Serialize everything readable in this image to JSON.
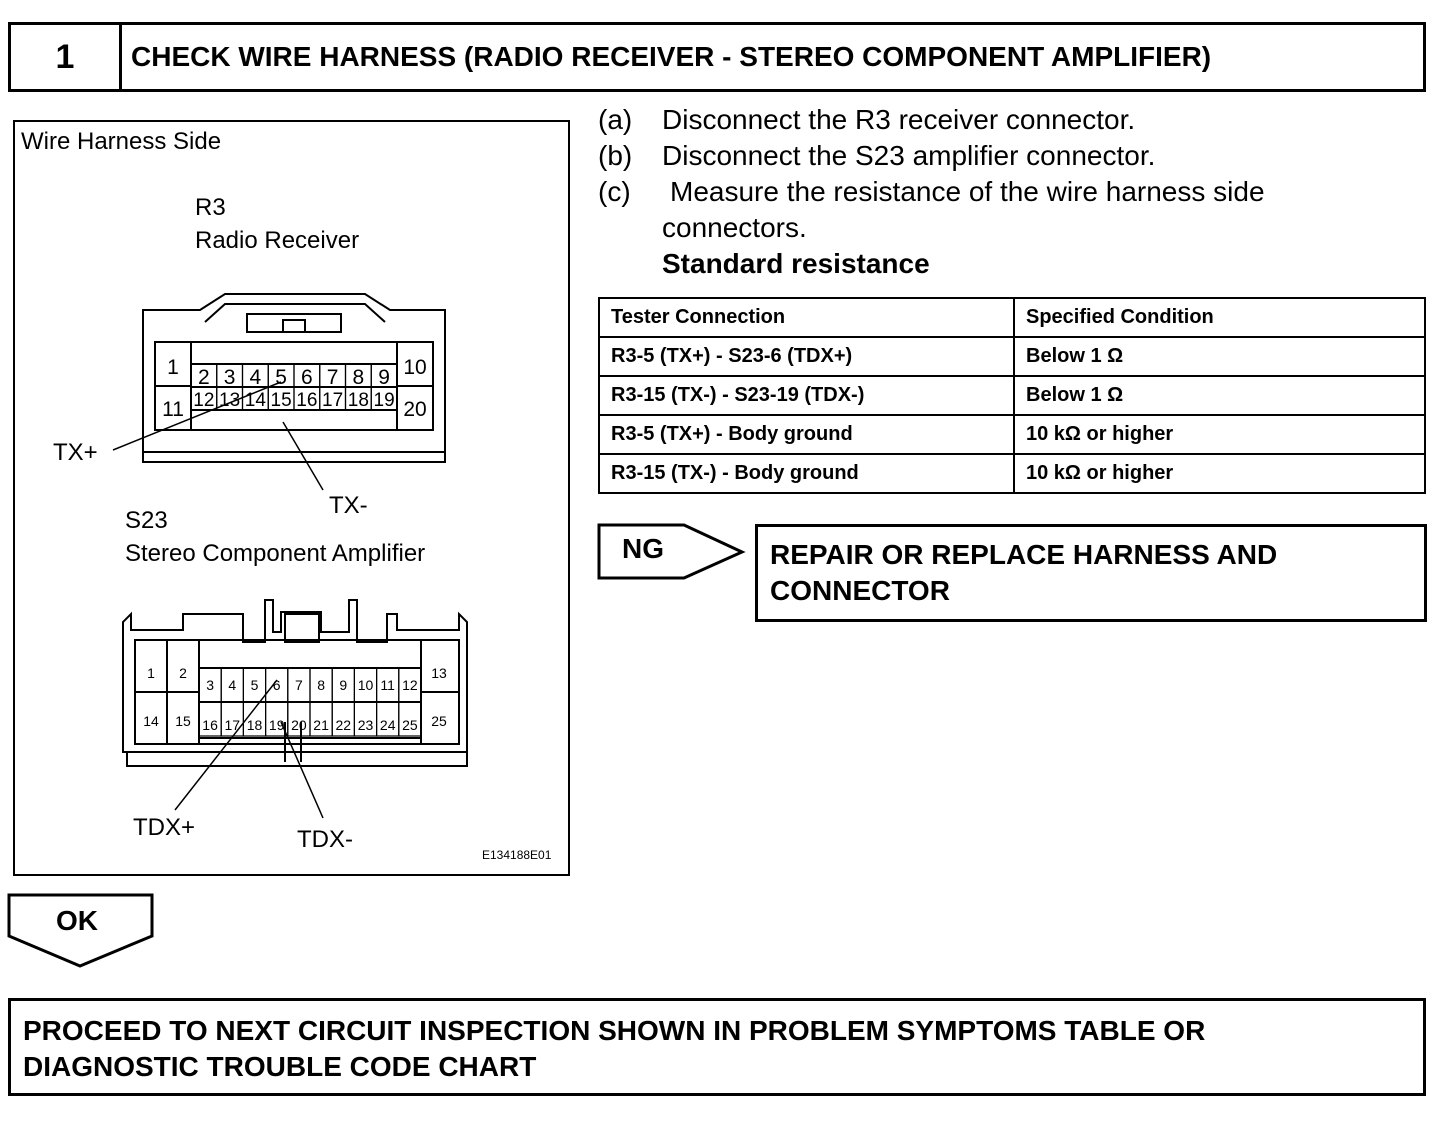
{
  "step": {
    "number": "1",
    "title": "CHECK WIRE HARNESS (RADIO RECEIVER - STEREO COMPONENT AMPLIFIER)"
  },
  "diagram": {
    "heading": "Wire Harness Side",
    "connector_a": {
      "code": "R3",
      "name": "Radio Receiver",
      "top_pins": [
        "1",
        "2",
        "3",
        "4",
        "5",
        "6",
        "7",
        "8",
        "9",
        "10"
      ],
      "bottom_pins": [
        "11",
        "12",
        "13",
        "14",
        "15",
        "16",
        "17",
        "18",
        "19",
        "20"
      ],
      "label_plus": "TX+",
      "label_minus": "TX-"
    },
    "connector_b": {
      "code": "S23",
      "name": "Stereo Component Amplifier",
      "top_pins": [
        "1",
        "2",
        "3",
        "4",
        "5",
        "6",
        "7",
        "8",
        "9",
        "10",
        "11",
        "12",
        "13"
      ],
      "bottom_pins": [
        "14",
        "15",
        "16",
        "17",
        "18",
        "19",
        "20",
        "21",
        "22",
        "23",
        "24",
        "25"
      ],
      "label_plus": "TDX+",
      "label_minus": "TDX-"
    },
    "figure_code": "E134188E01"
  },
  "instructions": {
    "a_marker": "(a)",
    "a_text": "Disconnect the R3 receiver connector.",
    "b_marker": "(b)",
    "b_text": "Disconnect the S23 amplifier connector.",
    "c_marker": "(c)",
    "c_text_1": "Measure the resistance of the wire harness side",
    "c_text_2": "connectors.",
    "standard_label": "Standard resistance"
  },
  "spec_table": {
    "headers": [
      "Tester Connection",
      "Specified Condition"
    ],
    "rows": [
      [
        "R3-5 (TX+) - S23-6 (TDX+)",
        "Below 1 Ω"
      ],
      [
        "R3-15 (TX-) - S23-19 (TDX-)",
        "Below 1 Ω"
      ],
      [
        "R3-5 (TX+) - Body ground",
        "10 kΩ or higher"
      ],
      [
        "R3-15 (TX-) - Body ground",
        "10 kΩ or higher"
      ]
    ]
  },
  "ng": {
    "tag": "NG",
    "result_line1": "REPAIR OR REPLACE HARNESS AND",
    "result_line2": "CONNECTOR"
  },
  "ok": {
    "tag": "OK",
    "result_line1": "PROCEED TO NEXT CIRCUIT INSPECTION SHOWN IN PROBLEM SYMPTOMS TABLE OR",
    "result_line2": "DIAGNOSTIC TROUBLE CODE CHART"
  }
}
